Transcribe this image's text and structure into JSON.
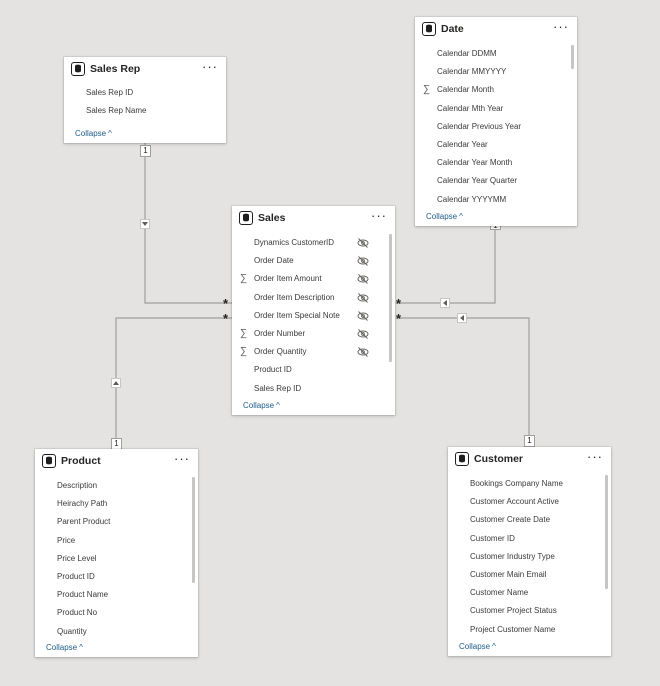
{
  "tables": {
    "sales_rep": {
      "title": "Sales Rep",
      "fields": [
        "Sales Rep ID",
        "Sales Rep Name"
      ],
      "collapse_label": "Collapse"
    },
    "date": {
      "title": "Date",
      "fields": [
        "Calendar DDMM",
        "Calendar MMYYYY",
        "Calendar Month",
        "Calendar Mth Year",
        "Calendar Previous Year",
        "Calendar Year",
        "Calendar Year Month",
        "Calendar Year Quarter",
        "Calendar YYYYMM"
      ],
      "collapse_label": "Collapse"
    },
    "sales": {
      "title": "Sales",
      "fields": [
        "Dynamics CustomerID",
        "Order Date",
        "Order Item Amount",
        "Order Item Description",
        "Order Item Special Note",
        "Order Number",
        "Order Quantity",
        "Product ID",
        "Sales Rep ID"
      ],
      "collapse_label": "Collapse"
    },
    "product": {
      "title": "Product",
      "fields": [
        "Description",
        "Heirachy Path",
        "Parent Product",
        "Price",
        "Price Level",
        "Product ID",
        "Product Name",
        "Product No",
        "Quantity"
      ],
      "collapse_label": "Collapse"
    },
    "customer": {
      "title": "Customer",
      "fields": [
        "Bookings Company Name",
        "Customer Account Active",
        "Customer Create Date",
        "Customer ID",
        "Customer Industry Type",
        "Customer Main Email",
        "Customer Name",
        "Customer Project Status",
        "Project Customer Name"
      ],
      "collapse_label": "Collapse"
    }
  },
  "relationships": {
    "one": "1",
    "many": "*"
  },
  "icons": {
    "table": "table-icon",
    "more": "more-options-icon",
    "sum": "sigma-icon",
    "hidden": "eye-hidden-icon",
    "filter": "filter-direction-arrow-icon"
  },
  "glyphs": {
    "more": "···",
    "sigma": "∑",
    "caret": "^"
  },
  "colors": {
    "canvas": "#e4e3e1",
    "card": "#ffffff",
    "line": "#a19f9d",
    "link": "#1f5c89"
  }
}
